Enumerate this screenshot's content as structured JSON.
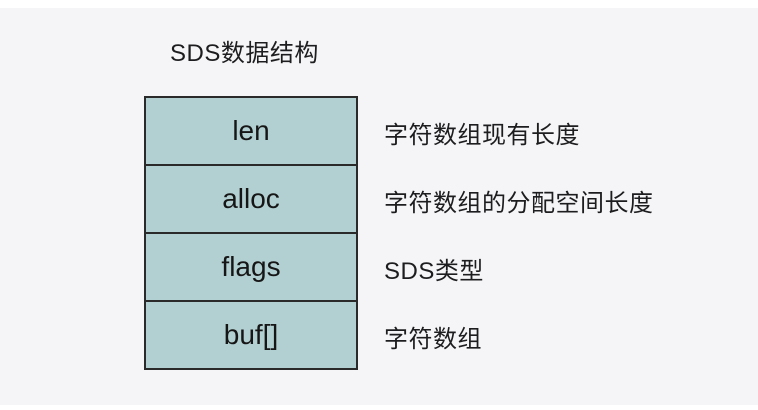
{
  "diagram": {
    "title": "SDS数据结构",
    "colors": {
      "band_background": "#f5f5f7",
      "cell_fill": "#b2cfd1",
      "cell_border": "#2a2a2a",
      "text": "#1d1d1f"
    },
    "rows": [
      {
        "field": "len",
        "description": "字符数组现有长度"
      },
      {
        "field": "alloc",
        "description": "字符数组的分配空间长度"
      },
      {
        "field": "flags",
        "description": "SDS类型"
      },
      {
        "field": "buf[]",
        "description": "字符数组"
      }
    ]
  }
}
